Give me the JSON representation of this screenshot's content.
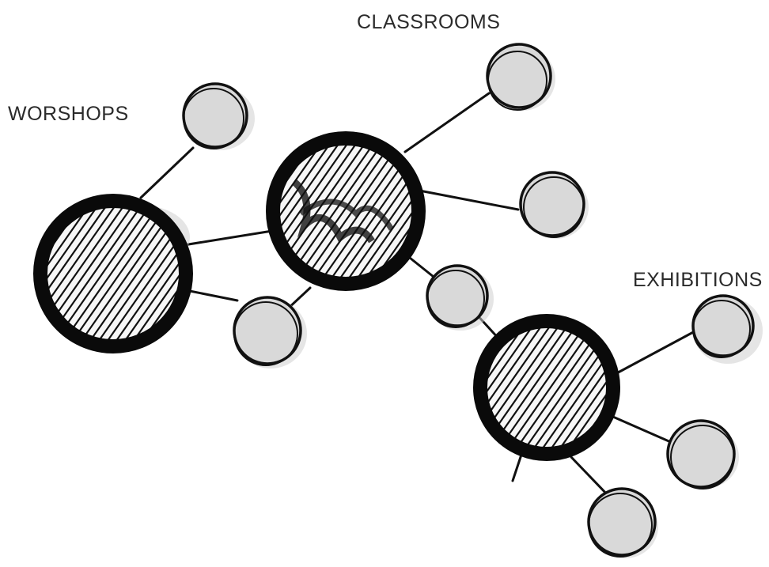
{
  "labels": {
    "workshops": "WORSHOPS",
    "classrooms": "CLASSROOMS",
    "exhibitions": "EXHIBITIONS"
  },
  "colors": {
    "ink": "#111111",
    "hub_ring": "#0a0a0a",
    "node_fill": "#d9d9d9",
    "label_text": "#2b2b2b",
    "background": "#ffffff"
  },
  "structure": {
    "hubs": [
      "workshops",
      "classrooms",
      "exhibitions"
    ],
    "hub_links": [
      [
        "workshops",
        "classrooms"
      ],
      [
        "classrooms",
        "exhibitions"
      ]
    ],
    "satellites_per_hub": {
      "workshops": 2,
      "classrooms": 3,
      "exhibitions": 3
    }
  }
}
